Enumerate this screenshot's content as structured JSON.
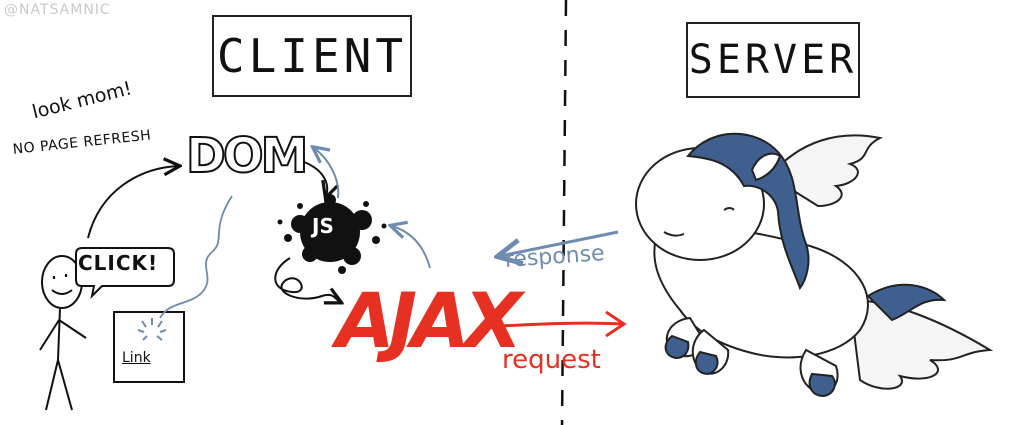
{
  "watermark": "@NATSAMNIC",
  "client_label": "CLIENT",
  "server_label": "SERVER",
  "note_line1": "look mom!",
  "note_line2": "NO PAGE REFRESH",
  "dom_label": "DOM",
  "js_label": "JS",
  "ajax_label": "AJAX",
  "click_label": "CLICK!",
  "link_label": "Link",
  "response_label": "response",
  "request_label": "request",
  "colors": {
    "ajax_red": "#e53022",
    "response_blue": "#6f8bb0",
    "ink": "#111111",
    "mane_blue": "#3f5f8f"
  }
}
